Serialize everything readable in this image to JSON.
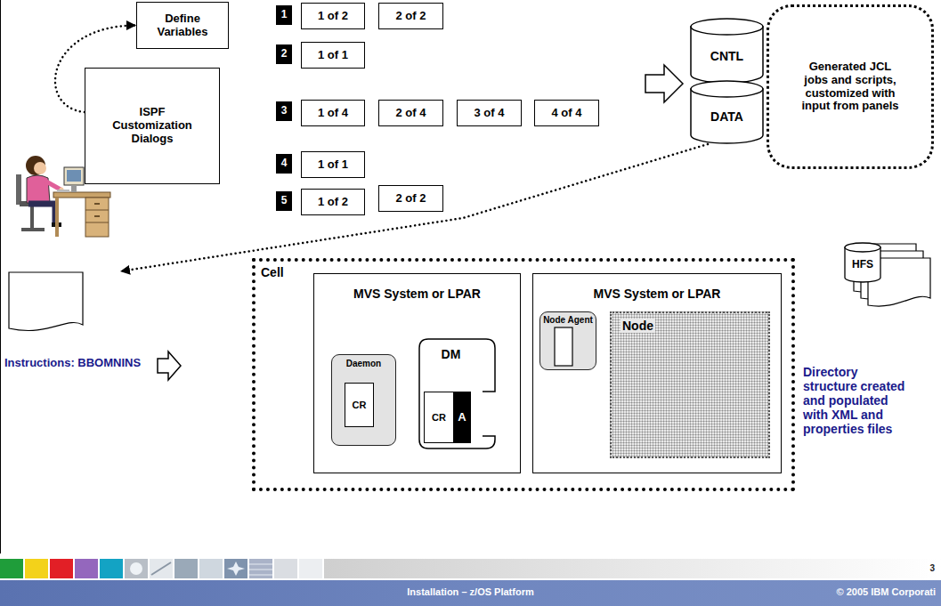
{
  "diagram": {
    "nodes": [
      {
        "text": [
          "Define Variables"
        ]
      },
      {
        "text": [
          "ISPF Customization Dialogs"
        ]
      },
      {
        "text": [
          "1"
        ]
      },
      {
        "text": [
          "1 of 2"
        ]
      },
      {
        "text": [
          "2 of 2"
        ]
      },
      {
        "text": [
          "2"
        ]
      },
      {
        "text": [
          "1 of 1"
        ]
      },
      {
        "text": [
          "3"
        ]
      },
      {
        "text": [
          "1 of 4"
        ]
      },
      {
        "text": [
          "2 of 4"
        ]
      },
      {
        "text": [
          "3 of 4"
        ]
      },
      {
        "text": [
          "4 of 4"
        ]
      },
      {
        "text": [
          "4"
        ]
      },
      {
        "text": [
          "1 of 1"
        ]
      },
      {
        "text": [
          "5"
        ]
      },
      {
        "text": [
          "1 of 2"
        ]
      },
      {
        "text": [
          "2 of 2"
        ]
      },
      {
        "text": [
          "CNTL"
        ]
      },
      {
        "text": [
          "DATA"
        ]
      },
      {
        "text": [
          "Generated JCL jobs and scripts, customized with input from panels"
        ]
      },
      {
        "text": [
          "Instructions: BBOMNINS"
        ]
      },
      {
        "text": [
          "Cell"
        ]
      },
      {
        "text": [
          "MVS System or LPAR"
        ],
        "in": 21
      },
      {
        "text": [
          "Daemon"
        ],
        "in": 22
      },
      {
        "text": [
          "CR"
        ],
        "in": 23
      },
      {
        "text": [
          "DM"
        ],
        "in": 22
      },
      {
        "text": [
          "CR"
        ],
        "in": 25
      },
      {
        "text": [
          "A"
        ],
        "in": 25
      },
      {
        "text": [
          "MVS System or LPAR"
        ],
        "in": 21
      },
      {
        "text": [
          "Node Agent"
        ],
        "in": 28
      },
      {
        "text": [
          "Node"
        ],
        "in": 28
      },
      {
        "text": [
          "HFS"
        ]
      }
    ],
    "edges": [
      {
        "from": 1,
        "to": 0,
        "arrow": "to"
      },
      {
        "from": 18,
        "to": 20,
        "arrow": "to"
      }
    ],
    "labels": [
      "Directory structure created and populated with XML and properties files",
      "Installation – z/OS Platform",
      "© 2005 IBM Corporati",
      "3"
    ]
  }
}
